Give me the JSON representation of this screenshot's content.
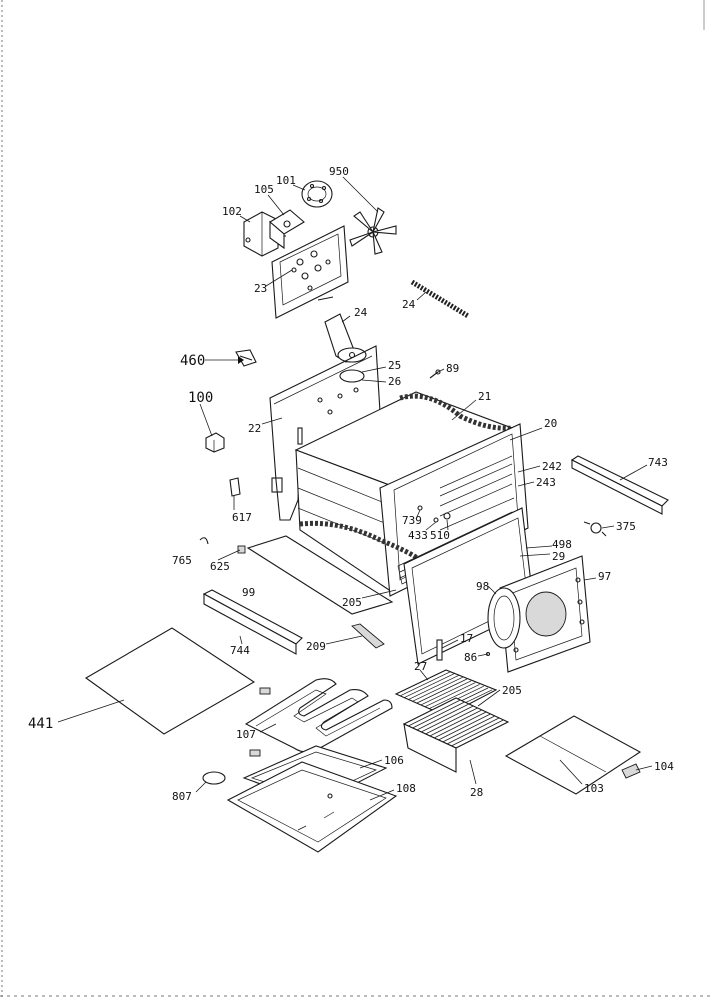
{
  "labels": {
    "p950": "950",
    "p101": "101",
    "p105": "105",
    "p102": "102",
    "p23": "23",
    "p24a": "24",
    "p24b": "24",
    "p460": "460",
    "p25": "25",
    "p26": "26",
    "p89": "89",
    "p100": "100",
    "p21": "21",
    "p22": "22",
    "p20": "20",
    "p743": "743",
    "p242": "242",
    "p243": "243",
    "p617": "617",
    "p739": "739",
    "p433": "433",
    "p510": "510",
    "p498": "498",
    "p29": "29",
    "p375": "375",
    "p765": "765",
    "p625": "625",
    "p99": "99",
    "p97": "97",
    "p98": "98",
    "p205a": "205",
    "p744": "744",
    "p209": "209",
    "p17": "17",
    "p86": "86",
    "p27": "27",
    "p205b": "205",
    "p441": "441",
    "p107": "107",
    "p106": "106",
    "p807": "807",
    "p108": "108",
    "p28": "28",
    "p103": "103",
    "p104": "104"
  }
}
